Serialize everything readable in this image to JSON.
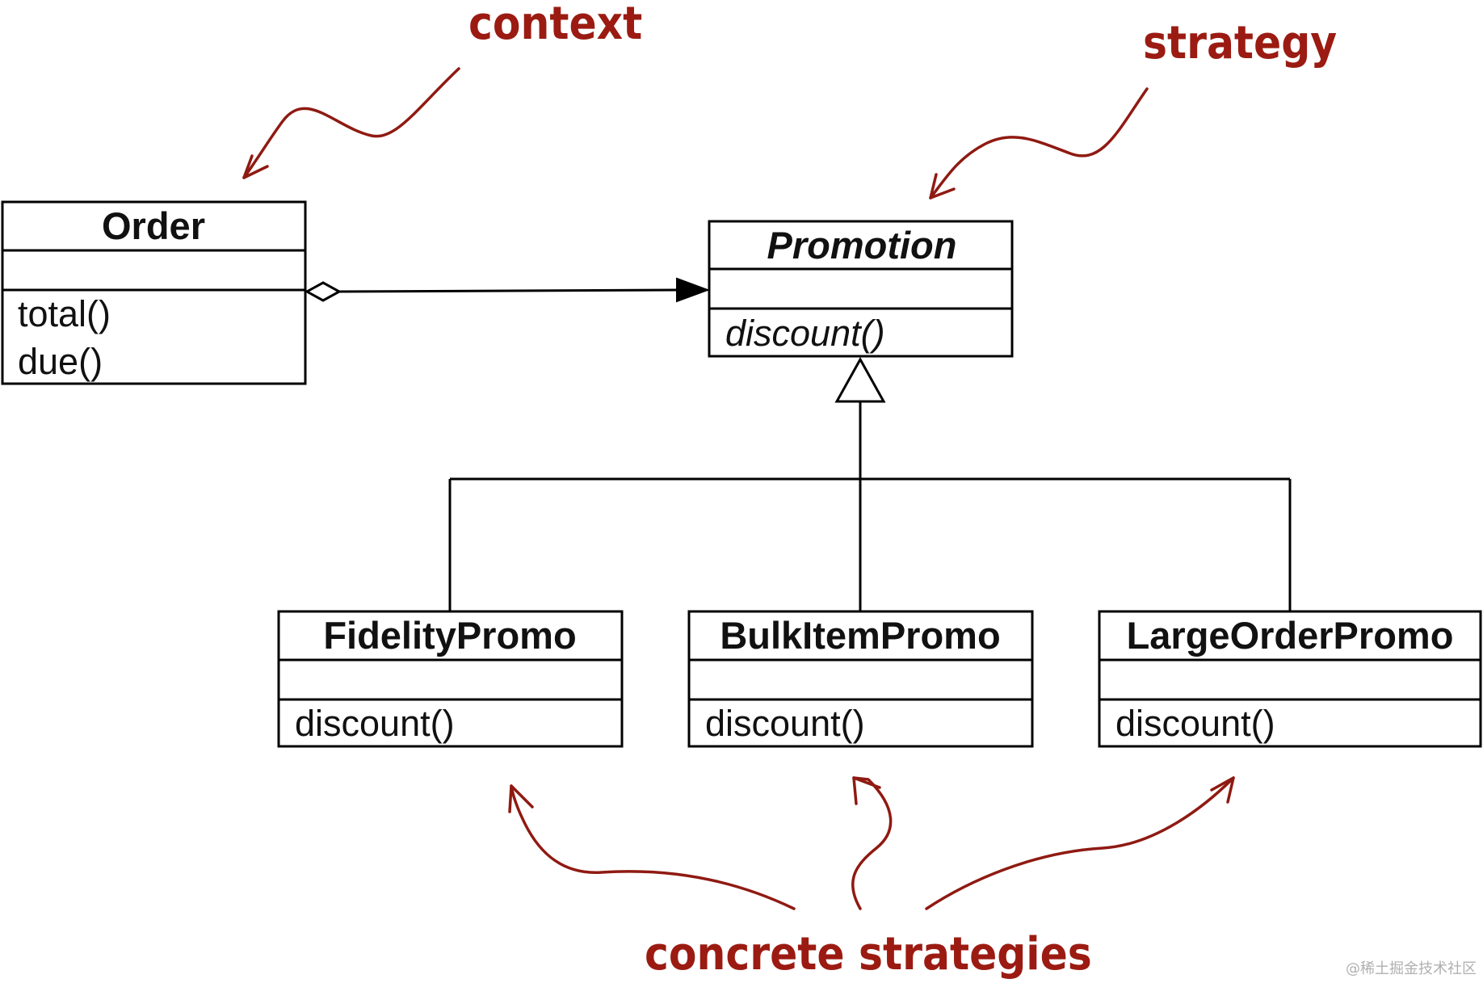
{
  "diagram": {
    "classes": {
      "order": {
        "name": "Order",
        "methods": [
          "total()",
          "due()"
        ]
      },
      "promotion": {
        "name": "Promotion",
        "methods": [
          "discount()"
        ],
        "abstract": true
      },
      "fidelity": {
        "name": "FidelityPromo",
        "methods": [
          "discount()"
        ]
      },
      "bulkitem": {
        "name": "BulkItemPromo",
        "methods": [
          "discount()"
        ]
      },
      "largeorder": {
        "name": "LargeOrderPromo",
        "methods": [
          "discount()"
        ]
      }
    },
    "annotations": {
      "context": "context",
      "strategy": "strategy",
      "concrete": "concrete strategies"
    },
    "watermark": "@稀土掘金技术社区",
    "colors": {
      "annotation": "#9b1b12",
      "lines": "#000000"
    }
  }
}
